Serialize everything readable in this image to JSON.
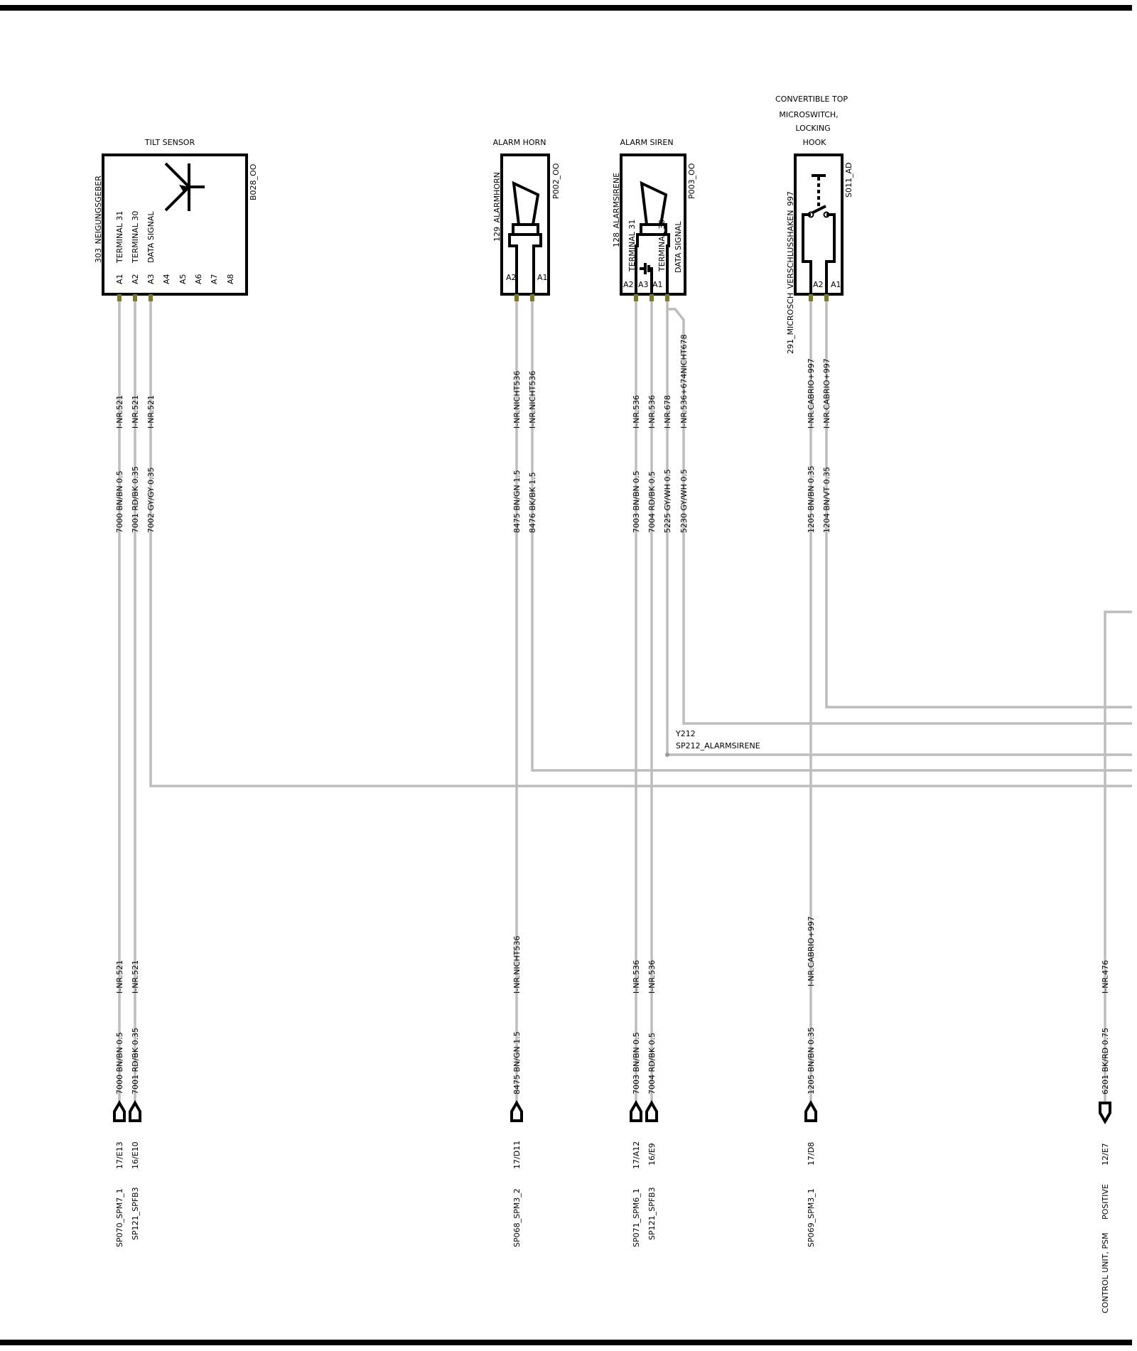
{
  "components": {
    "tilt": {
      "title": "TILT SENSOR",
      "ref": "303_NEIGUNGSGEBER",
      "code": "B028_OO",
      "pin_labels": [
        "TERMINAL 31",
        "TERMINAL 30",
        "DATA SIGNAL"
      ],
      "pins": [
        "A1",
        "A2",
        "A3",
        "A4",
        "A5",
        "A6",
        "A7",
        "A8"
      ]
    },
    "horn": {
      "title": "ALARM HORN",
      "ref": "129_ALARMHORN",
      "code": "P002_OO",
      "pins": [
        "A2",
        "A1"
      ]
    },
    "siren": {
      "title": "ALARM SIREN",
      "ref": "128_ALARMSIRENE",
      "code": "P003_OO",
      "pin_labels": [
        "TERMINAL 31",
        "TERMINAL 30",
        "DATA SIGNAL"
      ],
      "pins": [
        "A2",
        "A3",
        "A1"
      ]
    },
    "micro": {
      "title_lines": [
        "CONVERTIBLE TOP",
        "MICROSWITCH,",
        "LOCKING",
        "HOOK"
      ],
      "ref": "291_MICROSCH_VERSCHLUSSHAKEN_997",
      "code": "S011_AD",
      "pins": [
        "A2",
        "A1"
      ]
    }
  },
  "wires_top": [
    {
      "inr": "I-NR.521",
      "spec": "7000 BN/BN 0.5"
    },
    {
      "inr": "I-NR.521",
      "spec": "7001 RD/BK 0.35"
    },
    {
      "inr": "I-NR.521",
      "spec": "7002 GY/GY 0.35"
    },
    {
      "inr": "I-NR.NICHT536",
      "spec": "8475 BN/GN 1.5"
    },
    {
      "inr": "I-NR.NICHT536",
      "spec": "8476 BK/BK 1.5"
    },
    {
      "inr": "I-NR.536",
      "spec": "7003 BN/BN 0.5"
    },
    {
      "inr": "I-NR.536",
      "spec": "7004 RD/BK 0.5"
    },
    {
      "inr": "I-NR.678",
      "spec": "5225 GY/WH 0.5"
    },
    {
      "inr": "I-NR.536+674NICHT678",
      "spec": "5230 GY/WH 0.5"
    },
    {
      "inr": "I-NR.CABRIO+997",
      "spec": "1205 BN/BN 0.35"
    },
    {
      "inr": "I-NR.CABRIO+997",
      "spec": "1204 BN/VT 0.35"
    }
  ],
  "splice": {
    "id": "Y212",
    "name": "SP212_ALARMSIRENE"
  },
  "wires_bottom": [
    {
      "inr": "I-NR.521",
      "spec": "7000 BN/BN 0.5",
      "grid": "17/E13",
      "target": "SP070_SPM7_1"
    },
    {
      "inr": "I-NR.521",
      "spec": "7001 RD/BK 0.35",
      "grid": "16/E10",
      "target": "SP121_SPFB3"
    },
    {
      "inr": "I-NR.NICHT536",
      "spec": "8475 BN/GN 1.5",
      "grid": "17/D11",
      "target": "SP068_SPM3_2"
    },
    {
      "inr": "I-NR.536",
      "spec": "7003 BN/BN 0.5",
      "grid": "17/A12",
      "target": "SP071_SPM6_1"
    },
    {
      "inr": "I-NR.536",
      "spec": "7004 RD/BK 0.5",
      "grid": "16/E9",
      "target": "SP121_SPFB3"
    },
    {
      "inr": "I-NR.CABRIO+997",
      "spec": "1205 BN/BN 0.35",
      "grid": "17/D8",
      "target": "SP069_SPM3_1"
    },
    {
      "inr": "I-NR.476",
      "spec": "6201 BK/RD 0.75",
      "grid": "12/E7",
      "target": "POSITIVE",
      "target2": "CONTROL UNIT, PSM"
    }
  ]
}
